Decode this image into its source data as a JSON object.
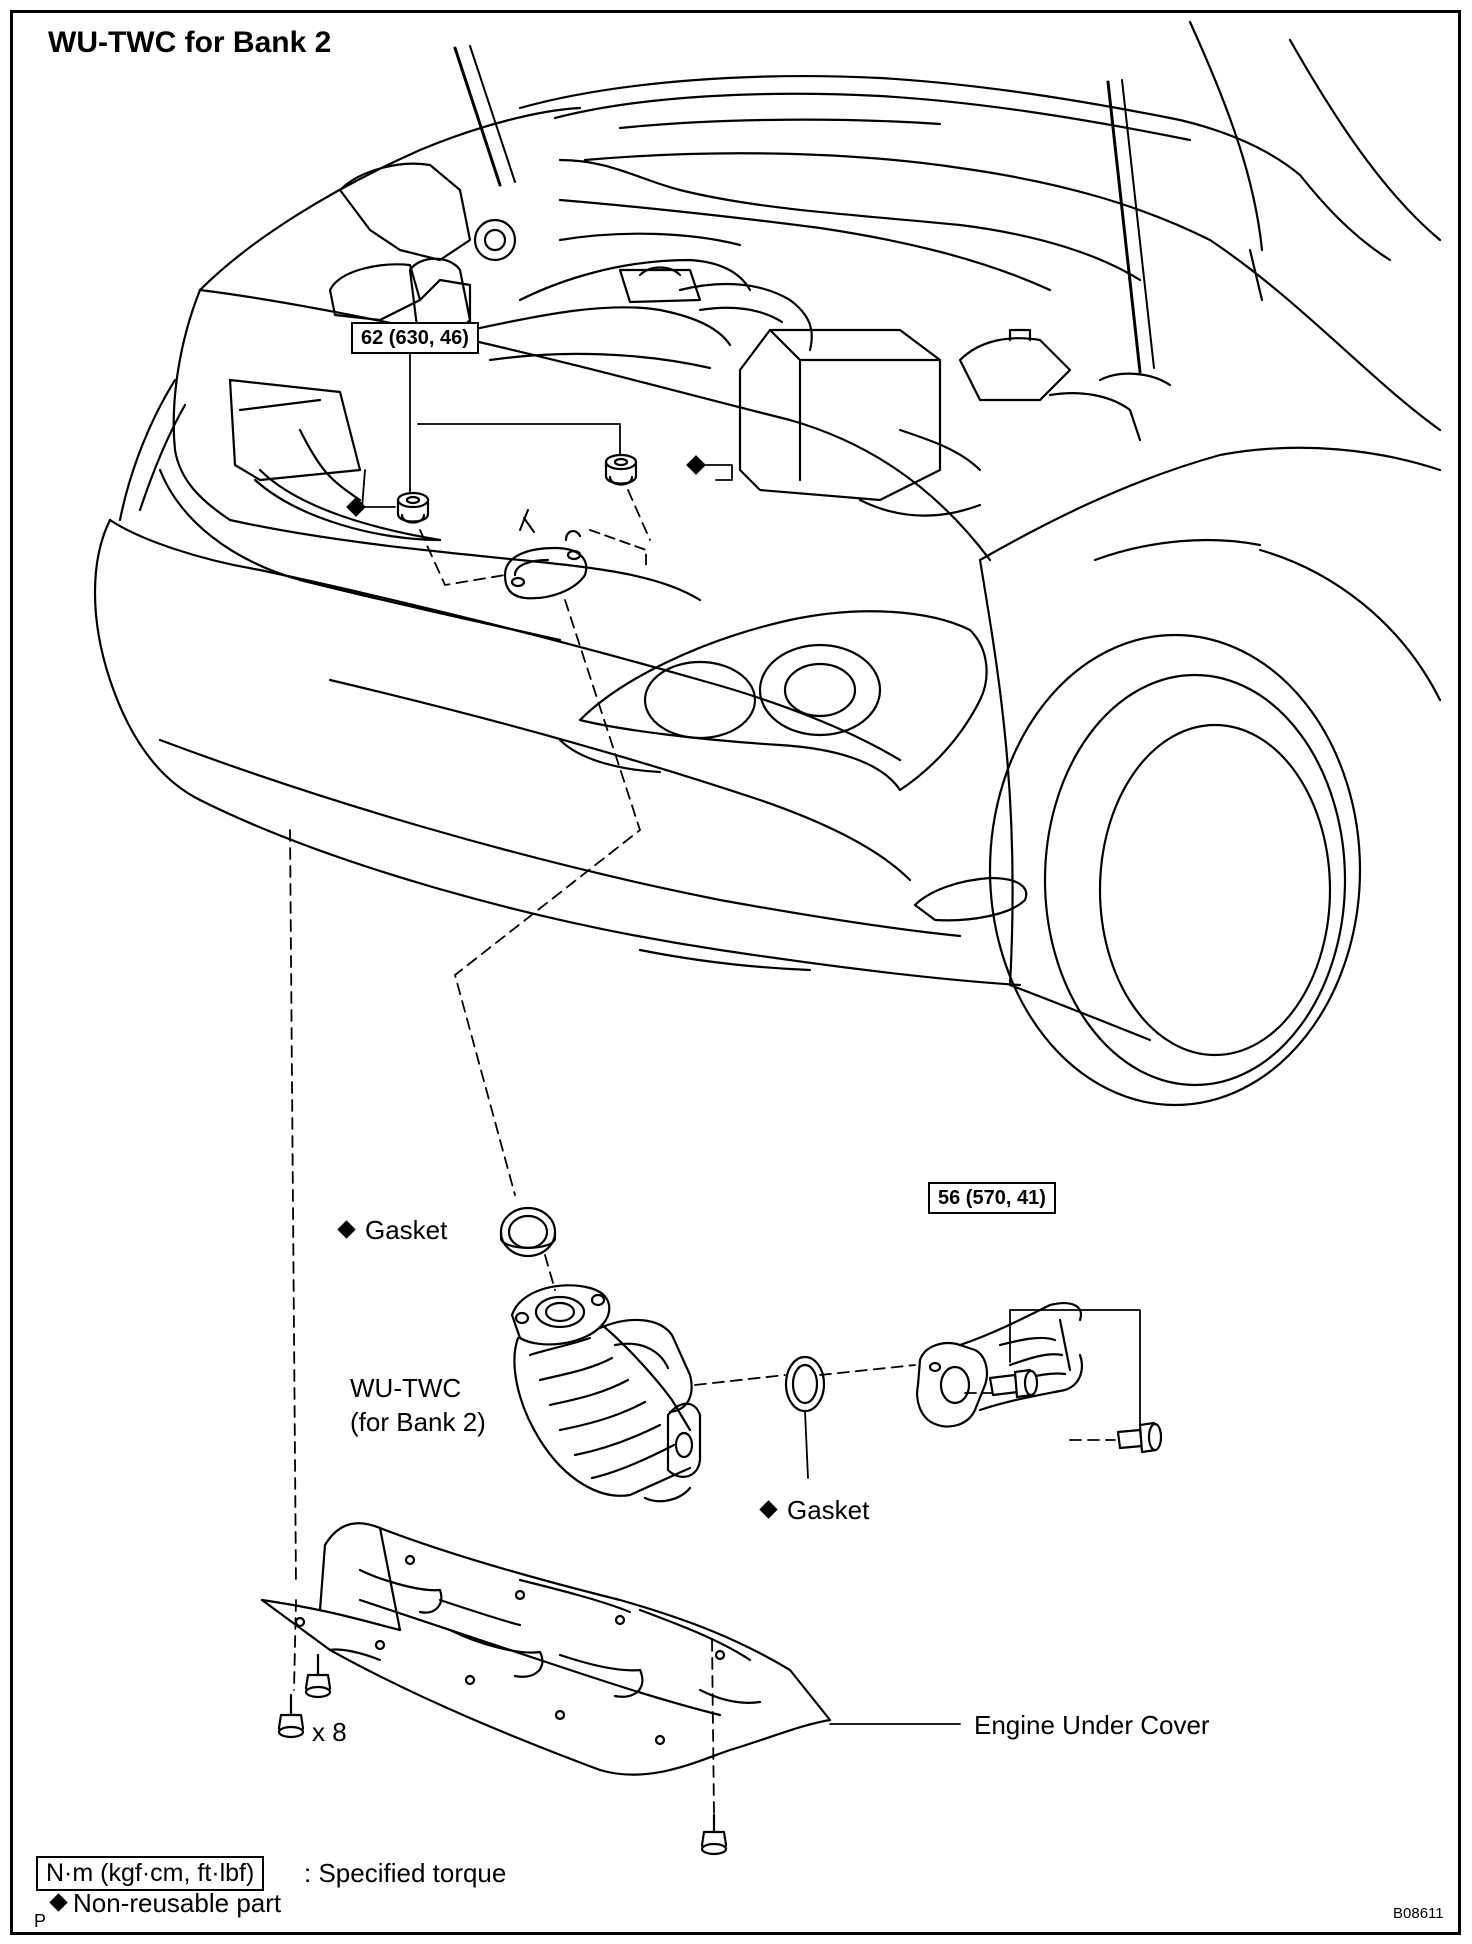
{
  "diagram": {
    "title": "WU-TWC for Bank 2",
    "torque_specs": {
      "upper_nuts": "62 (630, 46)",
      "flange_bolts": "56 (570, 41)"
    },
    "callouts": {
      "gasket_upper": "Gasket",
      "gasket_lower": "Gasket",
      "converter_line1": "WU-TWC",
      "converter_line2": "(for Bank 2)",
      "under_cover": "Engine Under Cover",
      "bolt_count": "x 8"
    },
    "legend": {
      "torque_unit": "N·m (kgf·cm, ft·lbf)",
      "torque_meaning": ": Specified torque",
      "non_reusable": "Non-reusable part"
    },
    "corner_mark": "P",
    "figure_code": "B08611"
  }
}
